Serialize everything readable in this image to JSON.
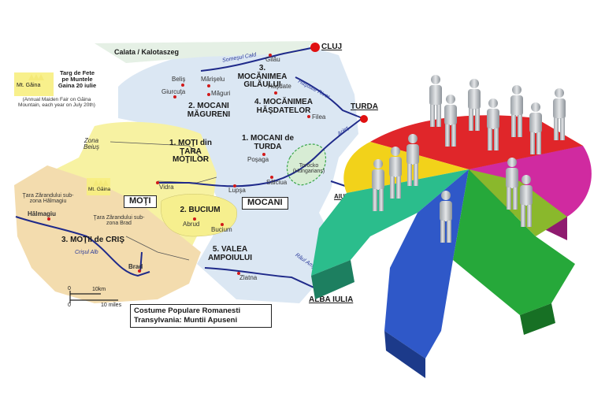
{
  "map": {
    "title_line1": "Costume Populare Romanesti",
    "title_line2": "Transylvania: Muntii Apuseni",
    "top_region": "Calata / Kalotaszeg",
    "legend": {
      "icon_label": "Mt. Găina",
      "title": "Targ de Fete pe Muntele Gaina 20 iulie",
      "note": "(Annual Maiden Fair on Găina Mountain, each year on July 20th)"
    },
    "big_labels": {
      "moti": "MOŢI",
      "mocani": "MOCANI"
    },
    "regions": [
      "3. MOCĂNIMEA GILĂULUI",
      "2. MOCANI MĂGURENI",
      "4. MOCĂNIMEA HĂŞDATELOR",
      "1. MOŢI din ŢARA MOŢILOR",
      "1. MOCANI de TURDA",
      "2. BUCIUM",
      "3. MOŢII de CRIŞ",
      "5. VALEA AMPOIULUI"
    ],
    "cities": [
      "CLUJ",
      "TURDA",
      "AIUD",
      "ALBA IULIA"
    ],
    "towns": [
      "Gilău",
      "Beliş",
      "Mărişelu",
      "Giurcuţa",
      "Măguri",
      "Hăşdate",
      "Filea",
      "Poşaga",
      "Sălciua",
      "Lupşa",
      "Vidra",
      "Abrud",
      "Bucium",
      "Hălmagiu",
      "Brad",
      "Zlatna"
    ],
    "rivers": [
      "Someşul Cald",
      "Hăşdate River",
      "Arieş",
      "Crişul Alb",
      "Râul Ampoi"
    ],
    "zones": [
      "Zona Beiuş",
      "Ţara Zărandului sub-zona Hălmagiu",
      "Ţara Zărandului sub-zona Brad",
      "Torocko (Hungarians)"
    ],
    "second_icon_label": "Mt. Găina",
    "scale": {
      "zero": "0",
      "km": "10km",
      "miles": "10 miles"
    }
  },
  "illustration": {
    "subject": "3D segmented pie chart with arrows and standing people figures",
    "colors": [
      "#e0262a",
      "#8ab82c",
      "#2bbd8c",
      "#2f58c8",
      "#26a83a",
      "#d02aa0",
      "#f2d21a"
    ]
  }
}
